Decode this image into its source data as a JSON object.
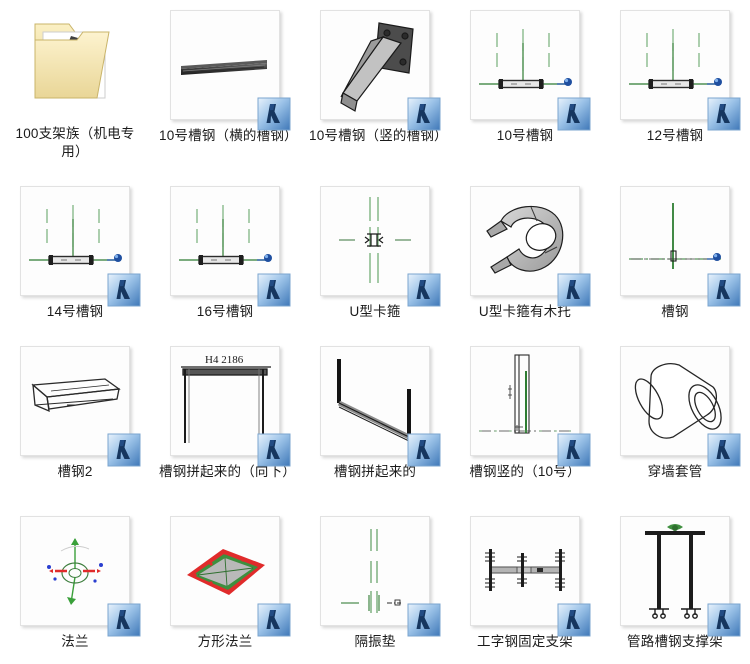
{
  "view": {
    "type": "file-thumbnail-grid",
    "columns": 5,
    "rows": 4,
    "background_color": "#ffffff",
    "badge_name": "revit-family-badge",
    "badge_colors": {
      "light": "#cfe4f7",
      "mid": "#4a7fc0",
      "dark": "#10305f"
    },
    "tile_border_color": "#e2e2e2",
    "label_color": "#1b1b1b"
  },
  "items": [
    {
      "label": "100支架族（机电专用）",
      "icon": "folder-icon",
      "art": "folder",
      "badge": false
    },
    {
      "label": "10号槽钢（横的槽钢）",
      "icon": "revit-family-icon",
      "art": "channel-horizontal-3d",
      "badge": true
    },
    {
      "label": "10号槽钢（竖的槽钢）",
      "icon": "revit-family-icon",
      "art": "bracket-plate-3d",
      "badge": true
    },
    {
      "label": "10号槽钢",
      "icon": "revit-family-icon",
      "art": "plan-hanger",
      "badge": true
    },
    {
      "label": "12号槽钢",
      "icon": "revit-family-icon",
      "art": "plan-hanger",
      "badge": true
    },
    {
      "label": "14号槽钢",
      "icon": "revit-family-icon",
      "art": "plan-hanger",
      "badge": true
    },
    {
      "label": "16号槽钢",
      "icon": "revit-family-icon",
      "art": "plan-hanger",
      "badge": true
    },
    {
      "label": "U型卡箍",
      "icon": "revit-family-icon",
      "art": "plan-uclamp",
      "badge": true
    },
    {
      "label": "U型卡箍有木托",
      "icon": "revit-family-icon",
      "art": "uclamp-3d",
      "badge": true
    },
    {
      "label": "槽钢",
      "icon": "revit-family-icon",
      "art": "plan-vertical-channel",
      "badge": true
    },
    {
      "label": "槽钢2",
      "icon": "revit-family-icon",
      "art": "channel-outline-3d",
      "badge": true
    },
    {
      "label": "槽钢拼起来的（向下）",
      "icon": "revit-family-icon",
      "art": "frame-down",
      "badge": true,
      "annotation": "H4  2186"
    },
    {
      "label": "槽钢拼起来的",
      "icon": "revit-family-icon",
      "art": "frame-diagonal",
      "badge": true
    },
    {
      "label": "槽钢竖的（10号）",
      "icon": "revit-family-icon",
      "art": "plan-tall-channel",
      "badge": true
    },
    {
      "label": "穿墙套管",
      "icon": "revit-family-icon",
      "art": "sleeve-3d",
      "badge": true
    },
    {
      "label": "法兰",
      "icon": "revit-family-icon",
      "art": "flange-3d",
      "badge": true
    },
    {
      "label": "方形法兰",
      "icon": "revit-family-icon",
      "art": "square-flange-3d",
      "badge": true
    },
    {
      "label": "隔振垫",
      "icon": "revit-family-icon",
      "art": "plan-isolator",
      "badge": true
    },
    {
      "label": "工字钢固定支架",
      "icon": "revit-family-icon",
      "art": "ibeam-support",
      "badge": true
    },
    {
      "label": "管路槽钢支撑架",
      "icon": "revit-family-icon",
      "art": "pipe-channel-frame",
      "badge": true
    }
  ]
}
